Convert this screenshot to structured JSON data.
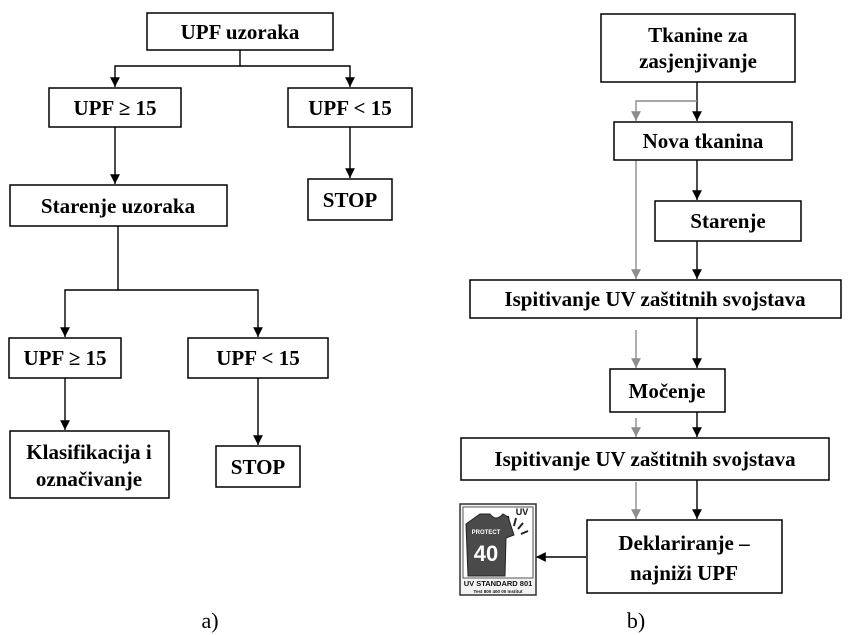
{
  "diagram_a": {
    "caption": "a)",
    "nodes": {
      "upf_uzoraka": "UPF uzoraka",
      "upf_ge_15_top": "UPF ≥ 15",
      "upf_lt_15_top": "UPF < 15",
      "starenje_uzoraka": "Starenje uzoraka",
      "stop_top": "STOP",
      "upf_ge_15_bottom": "UPF ≥ 15",
      "upf_lt_15_bottom": "UPF < 15",
      "klasifikacija_line1": "Klasifikacija i",
      "klasifikacija_line2": "označivanje",
      "stop_bottom": "STOP"
    }
  },
  "diagram_b": {
    "caption": "b)",
    "nodes": {
      "tkanine_line1": "Tkanine za",
      "tkanine_line2": "zasjenjivanje",
      "nova_tkanina": "Nova tkanina",
      "starenje": "Starenje",
      "ispitivanje_1": "Ispitivanje UV zaštitnih svojstava",
      "mocenje": "Močenje",
      "ispitivanje_2": "Ispitivanje UV zaštitnih svojstava",
      "deklariranje_line1": "Deklariranje –",
      "deklariranje_line2": "najniži UPF"
    },
    "uv_label": {
      "corner": "UV",
      "protect": "PROTECT",
      "value": "40",
      "standard": "UV STANDARD 801",
      "footer": "Test 800 400 00   Institut"
    }
  },
  "colors": {
    "line": "#000000",
    "secondary_line": "#8c8c8c"
  }
}
